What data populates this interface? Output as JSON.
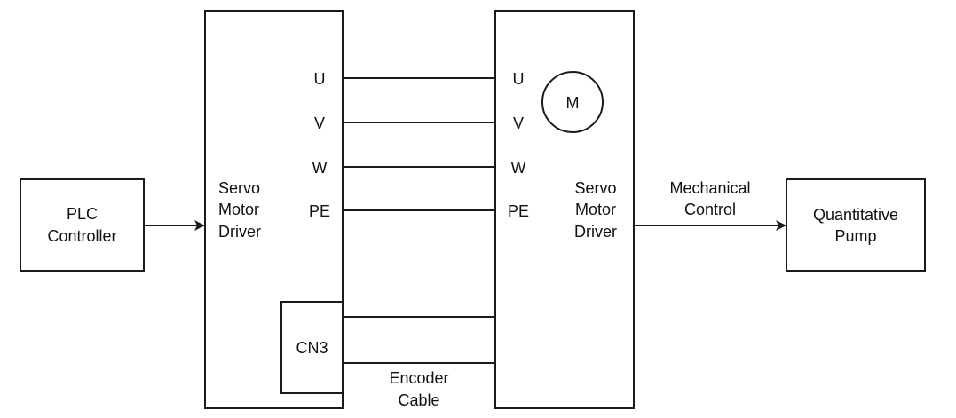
{
  "diagram": {
    "plc_controller": {
      "lines": [
        "PLC",
        "Controller"
      ]
    },
    "left_driver": {
      "lines": [
        "Servo",
        "Motor",
        "Driver"
      ],
      "ports": [
        "U",
        "V",
        "W",
        "PE"
      ],
      "connector": "CN3"
    },
    "right_driver": {
      "lines": [
        "Servo",
        "Motor",
        "Driver"
      ],
      "ports": [
        "U",
        "V",
        "W",
        "PE"
      ],
      "motor_symbol": "M"
    },
    "encoder_cable": {
      "lines": [
        "Encoder",
        "Cable"
      ]
    },
    "mechanical_control": {
      "lines": [
        "Mechanical",
        "Control"
      ]
    },
    "quantitative_pump": {
      "lines": [
        "Quantitative",
        "Pump"
      ]
    },
    "connections": [
      {
        "from": "PLC Controller",
        "to": "Servo Motor Driver (left)",
        "type": "arrow"
      },
      {
        "from": "U",
        "to": "U",
        "type": "line"
      },
      {
        "from": "V",
        "to": "V",
        "type": "line"
      },
      {
        "from": "W",
        "to": "W",
        "type": "line"
      },
      {
        "from": "PE",
        "to": "PE",
        "type": "line"
      },
      {
        "from": "CN3",
        "to": "Servo Motor Driver (right)",
        "type": "encoder-cable"
      },
      {
        "from": "Servo Motor Driver (right)",
        "to": "Quantitative Pump",
        "type": "arrow",
        "label": "Mechanical Control"
      }
    ]
  }
}
